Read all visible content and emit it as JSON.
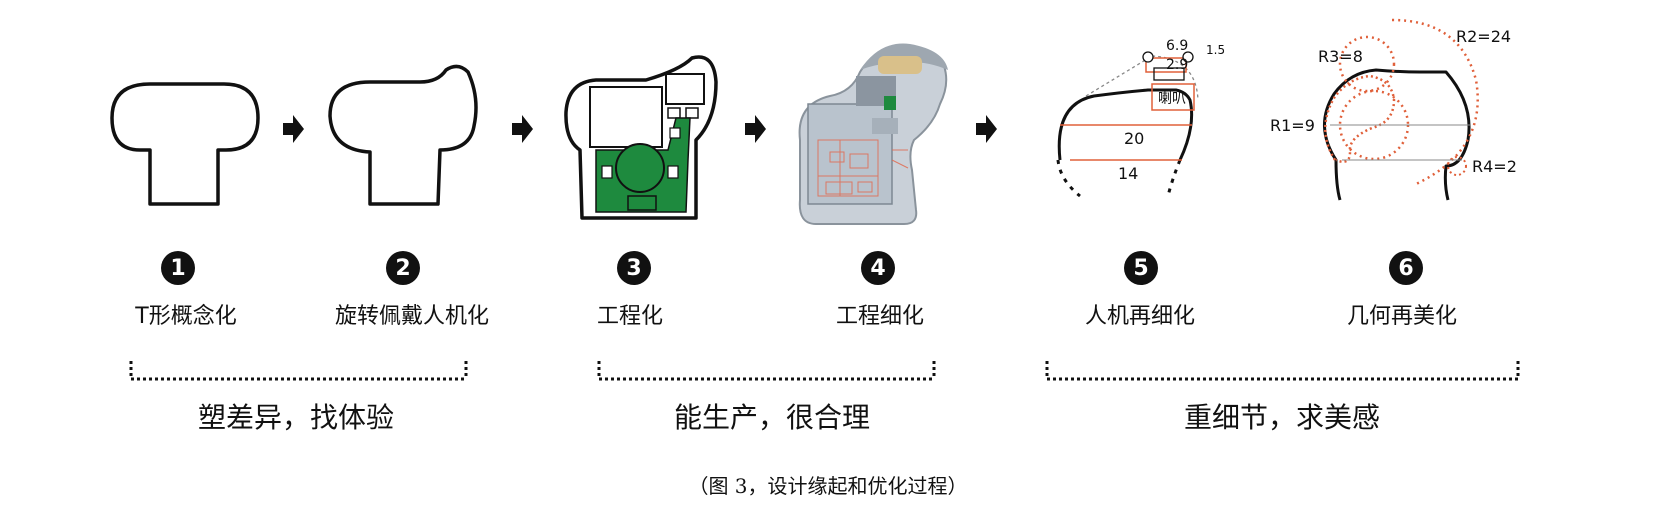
{
  "steps": [
    {
      "number": "1",
      "label": "T形概念化"
    },
    {
      "number": "2",
      "label": "旋转佩戴人机化"
    },
    {
      "number": "3",
      "label": "工程化"
    },
    {
      "number": "4",
      "label": "工程细化"
    },
    {
      "number": "5",
      "label": "人机再细化"
    },
    {
      "number": "6",
      "label": "几何再美化"
    }
  ],
  "groups": [
    {
      "text": "塑差异，找体验"
    },
    {
      "text": "能生产，很合理"
    },
    {
      "text": "重细节，求美感"
    }
  ],
  "caption": "（图 3，设计缘起和优化过程）",
  "dimensions": {
    "d1": "6.9",
    "d2": "2.9",
    "d3": "1.5",
    "speaker": "喇叭",
    "w20": "20",
    "w14": "14"
  },
  "radii": {
    "r1": "R1=9",
    "r2": "R2=24",
    "r3": "R3=8",
    "r4": "R4=2"
  },
  "colors": {
    "pcb_green": "#1e8a3e",
    "accent_orange": "#e0603a",
    "dark": "#111111"
  }
}
